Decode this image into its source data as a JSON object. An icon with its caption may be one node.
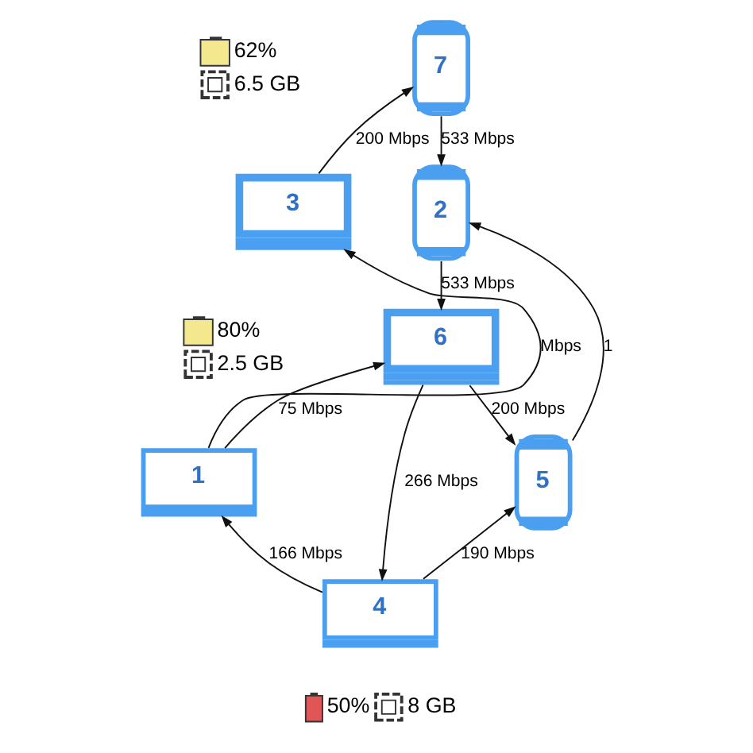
{
  "diagram": {
    "nodes": [
      {
        "text": [
          "1"
        ]
      },
      {
        "text": [
          "2"
        ]
      },
      {
        "text": [
          "3"
        ]
      },
      {
        "text": [
          "4"
        ],
        "beside": [
          "50%",
          "8 GB"
        ]
      },
      {
        "text": [
          "5"
        ]
      },
      {
        "text": [
          "6"
        ],
        "beside": [
          "80%",
          "2.5 GB"
        ]
      },
      {
        "text": [
          "7"
        ],
        "beside": [
          "62%",
          "6.5 GB"
        ]
      }
    ],
    "edges": [
      {
        "from": 2,
        "to": 6,
        "arrow": "to",
        "label": "200 Mbps"
      },
      {
        "from": 6,
        "to": 1,
        "arrow": "to",
        "label": "533 Mbps"
      },
      {
        "from": 1,
        "to": 5,
        "arrow": "to",
        "label": "533 Mbps"
      },
      {
        "from": 0,
        "to": 2,
        "arrow": "to",
        "label": "Mbps"
      },
      {
        "from": 0,
        "to": 5,
        "arrow": "to",
        "label": "75 Mbps"
      },
      {
        "from": 5,
        "to": 3,
        "arrow": "to",
        "label": "266 Mbps"
      },
      {
        "from": 5,
        "to": 4,
        "arrow": "to",
        "label": "200 Mbps"
      },
      {
        "from": 4,
        "to": 1,
        "arrow": "to",
        "label": "1"
      },
      {
        "from": 3,
        "to": 0,
        "arrow": "to",
        "label": "166 Mbps"
      },
      {
        "from": 3,
        "to": 4,
        "arrow": "to",
        "label": "190 Mbps"
      }
    ]
  }
}
